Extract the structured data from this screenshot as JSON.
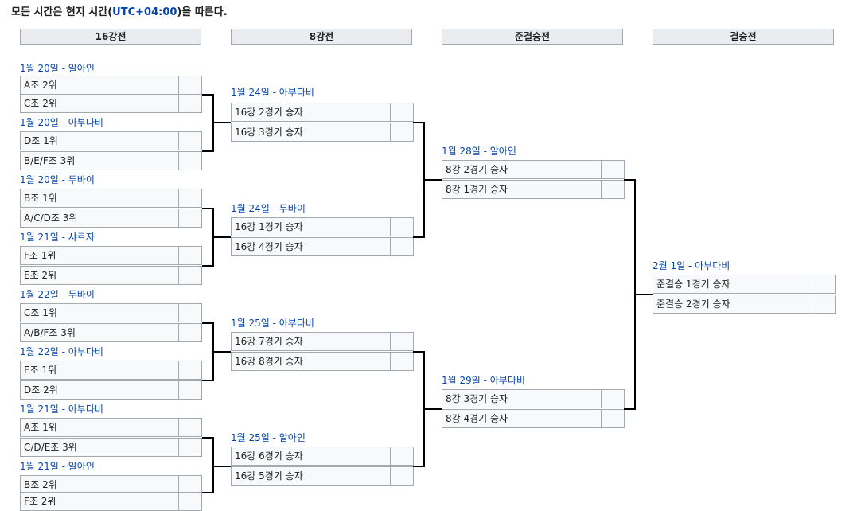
{
  "note": {
    "prefix": "모든 시간은 현지 시간(",
    "tz": "UTC+04:00",
    "suffix": ")을 따른다."
  },
  "rounds": [
    "16강전",
    "8강전",
    "준결승전",
    "결승전"
  ],
  "r16": [
    {
      "date": "1월 20일 - 알아인",
      "t1": "A조 2위",
      "t2": "C조 2위",
      "s1": "",
      "s2": ""
    },
    {
      "date": "1월 20일 - 아부다비",
      "t1": "D조 1위",
      "t2": "B/E/F조 3위",
      "s1": "",
      "s2": ""
    },
    {
      "date": "1월 20일 - 두바이",
      "t1": "B조 1위",
      "t2": "A/C/D조 3위",
      "s1": "",
      "s2": ""
    },
    {
      "date": "1월 21일 - 샤르자",
      "t1": "F조 1위",
      "t2": "E조 2위",
      "s1": "",
      "s2": ""
    },
    {
      "date": "1월 22일 - 두바이",
      "t1": "C조 1위",
      "t2": "A/B/F조 3위",
      "s1": "",
      "s2": ""
    },
    {
      "date": "1월 22일 - 아부다비",
      "t1": "E조 1위",
      "t2": "D조 2위",
      "s1": "",
      "s2": ""
    },
    {
      "date": "1월 21일 - 아부다비",
      "t1": "A조 1위",
      "t2": "C/D/E조 3위",
      "s1": "",
      "s2": ""
    },
    {
      "date": "1월 21일 - 알아인",
      "t1": "B조 2위",
      "t2": "F조 2위",
      "s1": "",
      "s2": ""
    }
  ],
  "qf": [
    {
      "date": "1월 24일 - 아부다비",
      "t1": "16강 2경기 승자",
      "t2": "16강 3경기 승자",
      "s1": "",
      "s2": ""
    },
    {
      "date": "1월 24일 - 두바이",
      "t1": "16강 1경기 승자",
      "t2": "16강 4경기 승자",
      "s1": "",
      "s2": ""
    },
    {
      "date": "1월 25일 - 아부다비",
      "t1": "16강 7경기 승자",
      "t2": "16강 8경기 승자",
      "s1": "",
      "s2": ""
    },
    {
      "date": "1월 25일 - 알아인",
      "t1": "16강 6경기 승자",
      "t2": "16강 5경기 승자",
      "s1": "",
      "s2": ""
    }
  ],
  "sf": [
    {
      "date": "1월 28일 - 알아인",
      "t1": "8강 2경기 승자",
      "t2": "8강 1경기 승자",
      "s1": "",
      "s2": ""
    },
    {
      "date": "1월 29일 - 아부다비",
      "t1": "8강 3경기 승자",
      "t2": "8강 4경기 승자",
      "s1": "",
      "s2": ""
    }
  ],
  "final": [
    {
      "date": "2월 1일 - 아부다비",
      "t1": "준결승 1경기 승자",
      "t2": "준결승 2경기 승자",
      "s1": "",
      "s2": ""
    }
  ]
}
